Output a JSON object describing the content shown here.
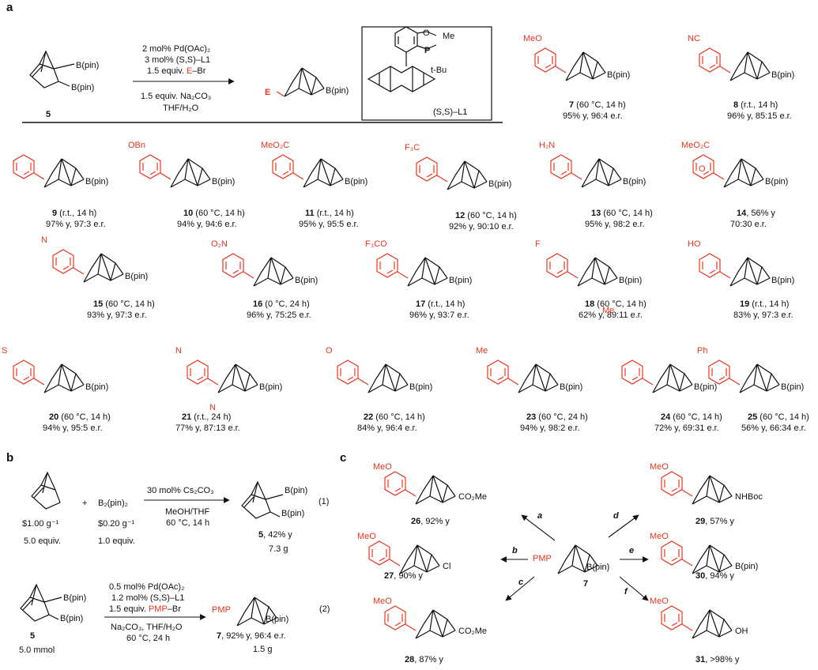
{
  "panels": {
    "a": "a",
    "b": "b",
    "c": "c"
  },
  "scheme_a": {
    "substrate_num": "5",
    "subst_b1": "B(pin)",
    "subst_b2": "B(pin)",
    "cond_1": "2 mol% Pd(OAc)₂",
    "cond_2": "3 mol% (S,S)–L1",
    "cond_3a": "1.5 equiv. ",
    "cond_3b": "E",
    "cond_3c": "–Br",
    "cond_4": "1.5 equiv. Na₂CO₃",
    "cond_5": "THF/H₂O",
    "product_E": "E",
    "product_bpin": "B(pin)",
    "ligand_O": "O",
    "ligand_Me": "Me",
    "ligand_P": "P",
    "ligand_tBu": "t-Bu",
    "ligand_label": "(S,S)–L1"
  },
  "compounds": [
    {
      "num": "7",
      "cond": "(60 °C, 14 h)",
      "yield": "95% y, 96:4 e.r.",
      "sub": "MeO"
    },
    {
      "num": "8",
      "cond": "(r.t., 14 h)",
      "yield": "96% y, 85:15 e.r.",
      "sub": "NC"
    },
    {
      "num": "9",
      "cond": "(r.t., 14 h)",
      "yield": "97% y, 97:3 e.r.",
      "sub": ""
    },
    {
      "num": "10",
      "cond": "(60 °C, 14 h)",
      "yield": "94% y, 94:6 e.r.",
      "sub": "OBn"
    },
    {
      "num": "11",
      "cond": "(r.t., 14 h)",
      "yield": "95% y, 95:5 e.r.",
      "sub": "MeO₂C"
    },
    {
      "num": "12",
      "cond": "(60 °C, 14 h)",
      "yield": "92% y, 90:10 e.r.",
      "sub": "F₃C"
    },
    {
      "num": "13",
      "cond": "(60 °C, 14 h)",
      "yield": "95% y, 98:2 e.r.",
      "sub": "H₂N"
    },
    {
      "num": "14",
      "cond": ", 56% y",
      "yield": "70:30 e.r.",
      "sub": "MeO₂C"
    },
    {
      "num": "15",
      "cond": "(60 °C, 14 h)",
      "yield": "93% y, 97:3 e.r.",
      "sub": "N"
    },
    {
      "num": "16",
      "cond": "(0 °C, 24 h)",
      "yield": "96% y, 75:25 e.r.",
      "sub": "O₂N"
    },
    {
      "num": "17",
      "cond": "(r.t., 14 h)",
      "yield": "96% y, 93:7 e.r.",
      "sub": "F₃CO"
    },
    {
      "num": "18",
      "cond": "(60 °C, 14 h)",
      "yield": "62% y, 89:11 e.r.",
      "sub": "F"
    },
    {
      "num": "19",
      "cond": "(r.t., 14 h)",
      "yield": "83% y, 97:3 e.r.",
      "sub": "HO"
    },
    {
      "num": "20",
      "cond": "(60 °C, 14 h)",
      "yield": "94% y, 95:5 e.r.",
      "sub": "S"
    },
    {
      "num": "21",
      "cond": "(r.t., 24 h)",
      "yield": "77% y, 87:13 e.r.",
      "sub": "N"
    },
    {
      "num": "22",
      "cond": "(60 °C, 14 h)",
      "yield": "84% y, 96:4 e.r.",
      "sub": "O"
    },
    {
      "num": "23",
      "cond": "(60 °C, 24 h)",
      "yield": "94% y, 98:2 e.r.",
      "sub": "Me"
    },
    {
      "num": "24",
      "cond": "(60 °C, 14 h)",
      "yield": "72% y, 69:31 e.r.",
      "sub": ""
    },
    {
      "num": "25",
      "cond": "(60 °C, 14 h)",
      "yield": "56% y, 66:34 e.r.",
      "sub": "Ph"
    }
  ],
  "extra_labels": {
    "me18": "Me",
    "n21b": "N",
    "n23": "N",
    "o14": "O",
    "n15b": "N"
  },
  "bpin": "B(pin)",
  "scheme_b": {
    "price1": "$1.00 g⁻¹",
    "equiv1": "5.0 equiv.",
    "plus": "+",
    "reagent": "B₂(pin)₂",
    "price2": "$0.20 g⁻¹",
    "equiv2": "1.0 equiv.",
    "cond1": "30 mol% Cs₂CO₃",
    "cond2": "MeOH/THF",
    "cond3": "60 °C, 14 h",
    "prod_num": "5",
    "prod_yield": ", 42% y",
    "prod_mass": "7.3 g",
    "eq1": "(1)",
    "sm_num": "5",
    "sm_amt": "5.0 mmol",
    "c2_1": "0.5 mol% Pd(OAc)₂",
    "c2_2": "1.2 mol% (S,S)–L1",
    "c2_3a": "1.5 equiv. ",
    "c2_3b": "PMP",
    "c2_3c": "–Br",
    "c2_4": "Na₂CO₃, THF/H₂O",
    "c2_5": "60 °C, 24 h",
    "p2_pmp": "PMP",
    "p2_num": "7",
    "p2_yield": ", 92% y, 96:4 e.r.",
    "p2_mass": "1.5 g",
    "eq2": "(2)"
  },
  "scheme_c": {
    "center_pmp": "PMP",
    "center_num": "7",
    "arrows": [
      "a",
      "b",
      "c",
      "d",
      "e",
      "f"
    ],
    "p26": {
      "num": "26",
      "yield": ", 92% y",
      "sub": "CO₂Me"
    },
    "p27": {
      "num": "27",
      "yield": ", 90% y",
      "sub": "Cl"
    },
    "p28": {
      "num": "28",
      "yield": ", 87% y",
      "sub": "CO₂Me"
    },
    "p29": {
      "num": "29",
      "yield": ", 57% y",
      "sub": "NHBoc"
    },
    "p30": {
      "num": "30",
      "yield": ", 94% y",
      "sub": "B(pin)"
    },
    "p31": {
      "num": "31",
      "yield": ", >98% y",
      "sub": "OH"
    },
    "meo": "MeO"
  }
}
